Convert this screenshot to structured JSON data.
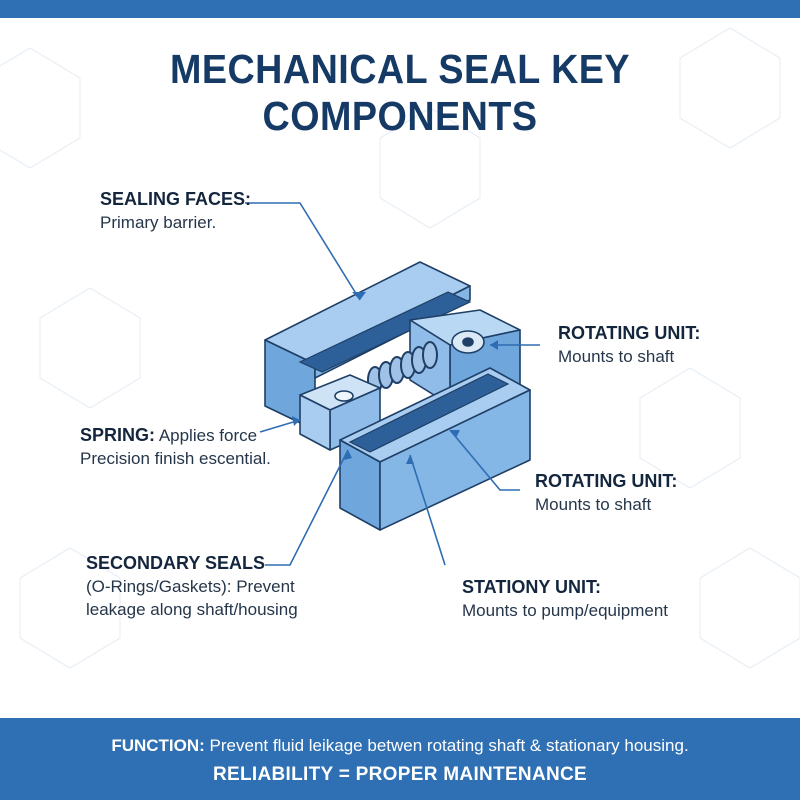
{
  "title": "MECHANICAL SEAL KEY COMPONENTS",
  "labels": {
    "sealing_faces": {
      "heading": "SEALING FACES:",
      "text": "Primary barrier."
    },
    "rotating_unit_top": {
      "heading": "ROTATING UNIT:",
      "text": "Mounts to shaft"
    },
    "spring": {
      "heading": "SPRING:",
      "text": "Applies force",
      "text2": "Precision finish escential."
    },
    "rotating_unit_mid": {
      "heading": "ROTATING UNIT:",
      "text": "Mounts to shaft"
    },
    "secondary_seals": {
      "heading": "SECONDARY SEALS",
      "text": "(O-Rings/Gaskets): Prevent",
      "text2": "leakage along shaft/housing"
    },
    "stationary_unit": {
      "heading": "STATIONY UNIT:",
      "text": "Mounts to pump/equipment"
    }
  },
  "footer": {
    "function_label": "FUNCTION:",
    "function_text": "Prevent fluid leikage betwen rotating shaft & stationary housing.",
    "tagline": "RELIABILITY = PROPER MAINTENANCE"
  },
  "colors": {
    "brand_blue": "#2f6fb3",
    "title_navy": "#163a66",
    "part_light": "#a9cdf0",
    "part_mid": "#6fa6dc",
    "part_dark": "#2d5f99",
    "outline": "#1f3f66"
  }
}
